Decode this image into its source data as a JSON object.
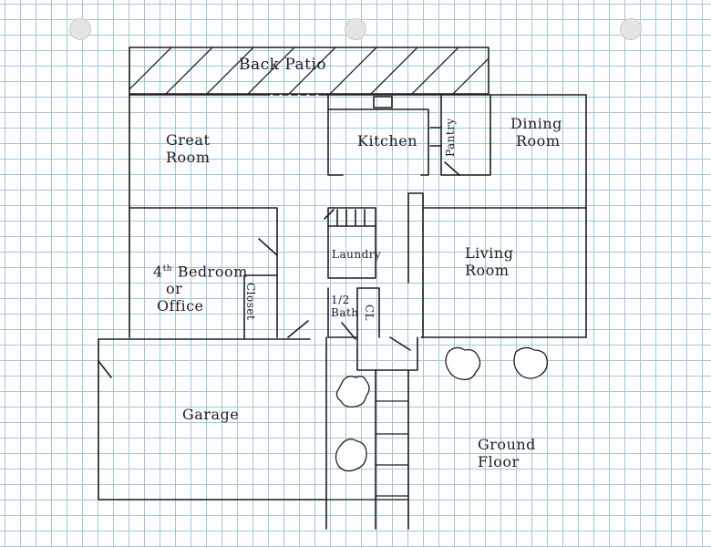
{
  "rooms": {
    "back_patio": "Back Patio",
    "great_room": [
      "Great",
      "Room"
    ],
    "kitchen": "Kitchen",
    "pantry": "Pantry",
    "dining_room": [
      "Dining",
      "Room"
    ],
    "living_room": [
      "Living",
      "Room"
    ],
    "laundry": "Laundry",
    "bedroom_4": [
      "4",
      "th",
      "Bedroom",
      "or",
      "Office"
    ],
    "closet": "Closet",
    "half_bath": [
      "1/2",
      "Bath"
    ],
    "closet_abbr": "CL",
    "garage": "Garage"
  },
  "floor_label": [
    "Ground",
    "Floor"
  ],
  "colors": {
    "ink": "#1e1e1e",
    "grid": "#9ec6df"
  }
}
